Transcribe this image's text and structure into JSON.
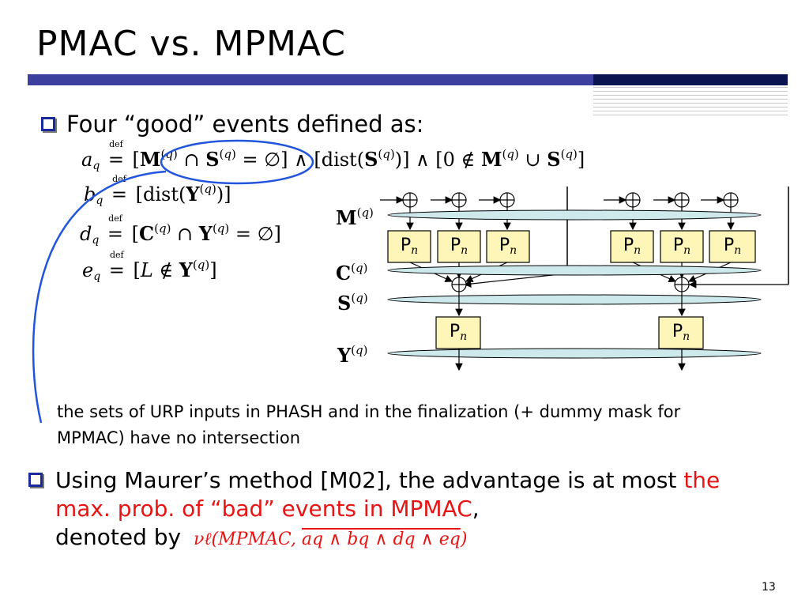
{
  "slide": {
    "title": "PMAC vs. MPMAC",
    "page_number": "13"
  },
  "bullets": {
    "first": "Four “good” events defined as:",
    "note": "the sets of URP inputs in PHASH and in the finalization (+ dummy mask for MPMAC) have no intersection",
    "second_plain1": "Using Maurer’s method [M02], the advantage is at most ",
    "second_red": "the max. prob. of “bad” events in MPMAC",
    "second_plain2": ",",
    "second_plain3": "denoted by"
  },
  "definitions": [
    {
      "lhs": "a",
      "rhs": "[M(q) ∩ S(q) = ∅] ∧ [dist(S(q))] ∧ [0 ∉ M(q) ∪ S(q)]"
    },
    {
      "lhs": "b",
      "rhs": "[dist(Y(q))]"
    },
    {
      "lhs": "d",
      "rhs": "[C(q) ∩ Y(q) = ∅]"
    },
    {
      "lhs": "e",
      "rhs": "[L ∉ Y(q)]"
    }
  ],
  "diagram": {
    "row_labels": [
      "M(q)",
      "C(q)",
      "S(q)",
      "Y(q)"
    ],
    "block_label": "P",
    "block_subscript": "n"
  },
  "formula": {
    "nu": "νℓ(MPMAC, ",
    "bar": "aq ∧ bq ∧ dq ∧ eq",
    "close": ")"
  },
  "colors": {
    "title_bar": "#3d3f9e",
    "title_bar_dark": "#0b1450",
    "bullet_box": "#1a2a9a",
    "highlight_red": "#e81414",
    "ellipse_fill": "#cde9ec",
    "block_fill": "#fdf6b8",
    "callout_line": "#2255dd"
  }
}
